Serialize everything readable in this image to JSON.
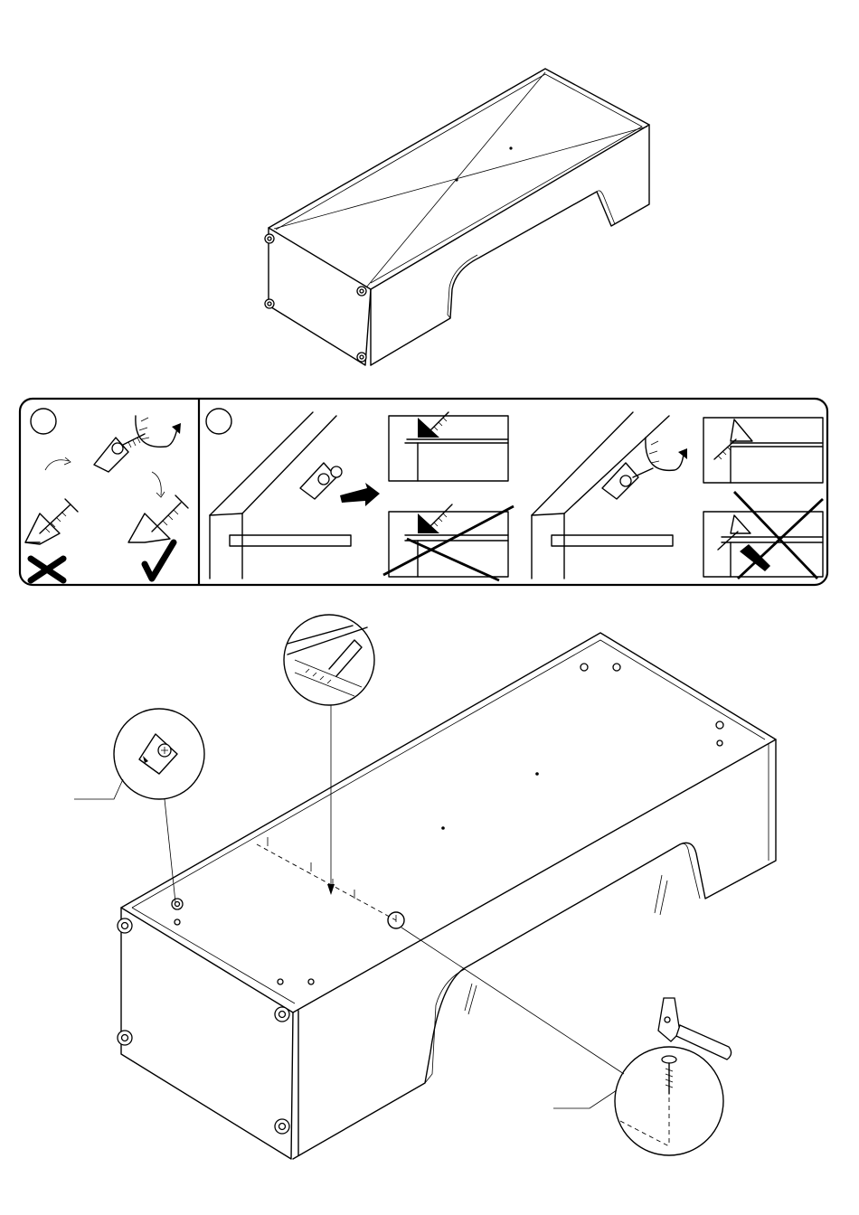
{
  "page": {
    "background": "#ffffff",
    "line_color": "#000000"
  },
  "top_figure": {
    "subject": "cabinet-carcass-top-view"
  },
  "instruction_panel": {
    "step_circles": [
      "",
      ""
    ],
    "icons": [
      "screw-icon",
      "rotate-arrow-icon",
      "cross-mark-icon",
      "check-mark-icon",
      "push-arrow-icon"
    ]
  },
  "main_figure": {
    "subject": "cabinet-back-panel-nailing",
    "callouts": [
      "corner-connector-detail",
      "panel-groove-detail",
      "nail-hammer-detail"
    ]
  }
}
